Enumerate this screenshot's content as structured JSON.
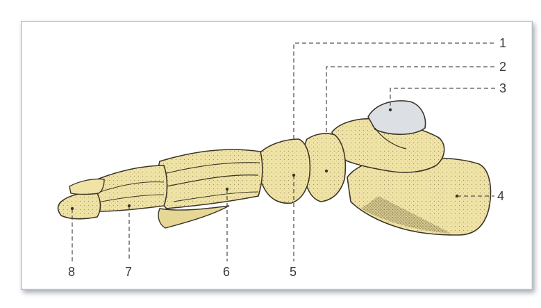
{
  "labels": {
    "l1": "1",
    "l2": "2",
    "l3": "3",
    "l4": "4",
    "l5": "5",
    "l6": "6",
    "l7": "7",
    "l8": "8"
  },
  "colors": {
    "bone": "#f0e3a6",
    "bone_shadow": "#c9b870",
    "outline": "#3b3526",
    "leader": "#555555",
    "cartilage": "#dcdfe3"
  }
}
